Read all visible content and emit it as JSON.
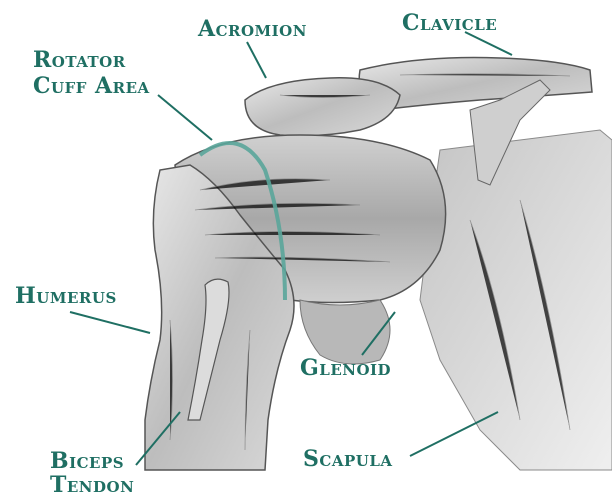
{
  "labels": {
    "acromion": "Acromion",
    "clavicle": "Clavicle",
    "rotator_cuff_1": "Rotator",
    "rotator_cuff_2": "Cuff Area",
    "humerus": "Humerus",
    "glenoid": "Glenoid",
    "biceps_1": "Biceps",
    "biceps_2": "Tendon",
    "scapula": "Scapula"
  },
  "colors": {
    "label": "#1f6f63",
    "highlight": "#5aa59a",
    "ink": "#3d3d3d",
    "shade": "#9a9a9a"
  }
}
